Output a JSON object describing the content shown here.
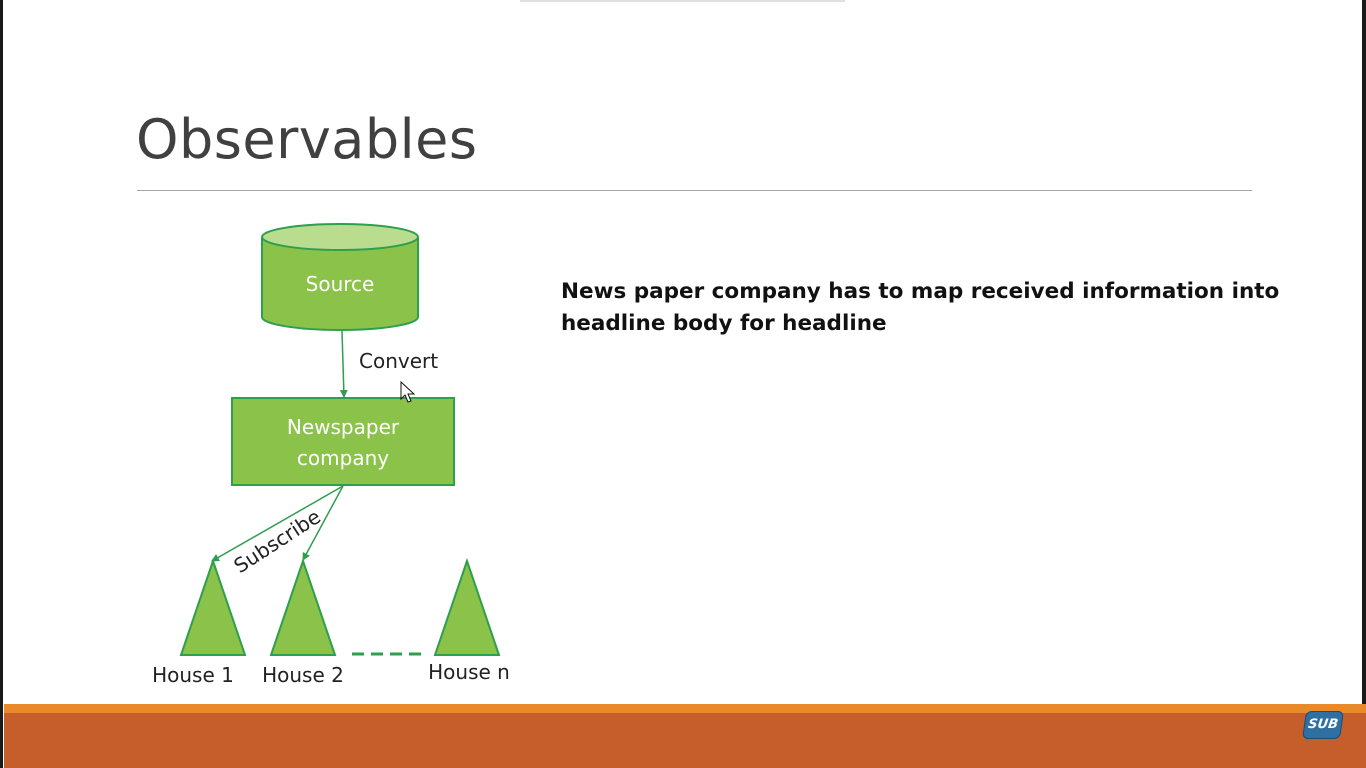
{
  "slide": {
    "title": "Observables",
    "caption": "News paper company has to map received information into headline body for headline"
  },
  "diagram": {
    "source_label": "Source",
    "convert_label": "Convert",
    "company_line1": "Newspaper",
    "company_line2": "company",
    "subscribe_label": "Subscribe",
    "houses": [
      "House 1",
      "House 2",
      "House n"
    ]
  },
  "badge": {
    "label": "SUB"
  },
  "colors": {
    "shape_fill": "#8bc34a",
    "shape_stroke": "#2e9e4f",
    "arrow": "#2e9e4f",
    "title": "#404040",
    "footer_orange": "#e88a2a",
    "footer_rust": "#c55e2b",
    "badge": "#2f6fa1"
  },
  "icons": {
    "cursor": "mouse-pointer-icon"
  }
}
